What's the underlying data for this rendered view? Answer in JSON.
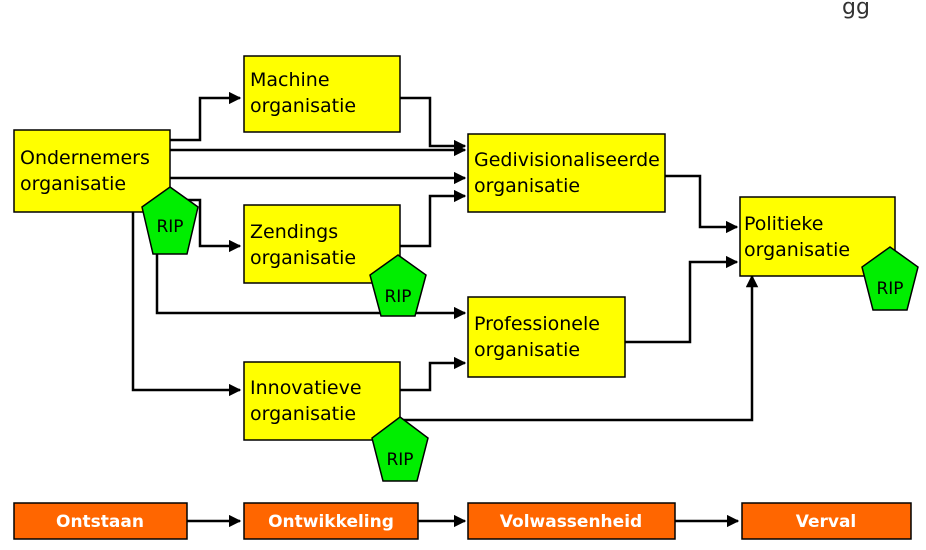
{
  "corner_fragment": "gg",
  "colors": {
    "box_fill": "#ffff00",
    "rip_fill": "#00ee00",
    "phase_fill": "#ff6600",
    "line": "#000000"
  },
  "boxes": {
    "ondernemers": [
      "Ondernemers",
      "organisatie"
    ],
    "machine": [
      "Machine",
      "organisatie"
    ],
    "gedivisionaliseerde": [
      "Gedivisionaliseerde",
      "organisatie"
    ],
    "zendings": [
      "Zendings",
      "organisatie"
    ],
    "politieke": [
      "Politieke",
      "organisatie"
    ],
    "professionele": [
      "Professionele",
      "organisatie"
    ],
    "innovatieve": [
      "Innovatieve",
      "organisatie"
    ]
  },
  "rip_label": "RIP",
  "phases": [
    "Ontstaan",
    "Ontwikkeling",
    "Volwassenheid",
    "Verval"
  ]
}
